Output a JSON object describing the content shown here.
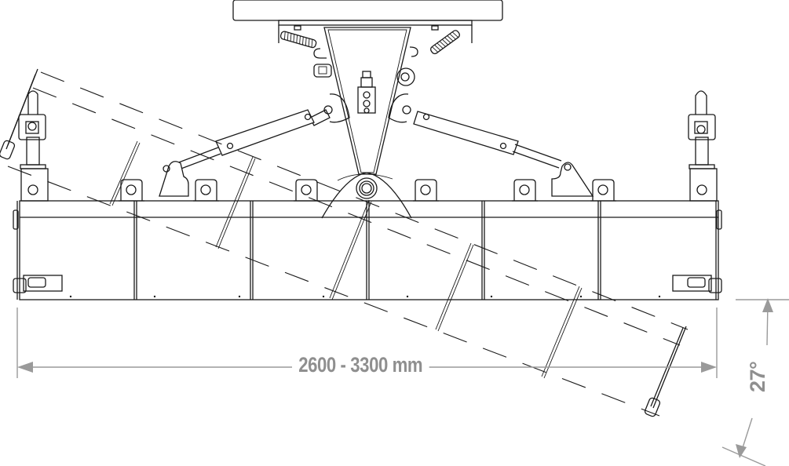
{
  "diagram": {
    "subject": "Snow plow blade with swivel mount (top view)",
    "dimensions": {
      "width_label": "2600 - 3300 mm",
      "angle_label": "27°"
    },
    "colors": {
      "line": "#1a1a1a",
      "dimension": "#9a9a9a",
      "background": "#ffffff"
    },
    "components": [
      "mounting-plate",
      "pivot-frame",
      "hydraulic-valve",
      "return-springs",
      "left-hydraulic-cylinder",
      "right-hydraulic-cylinder",
      "central-pivot-pin",
      "blade-body",
      "left-support-wheel",
      "right-support-wheel",
      "left-side-marker",
      "right-side-marker",
      "rotated-blade-outline"
    ]
  }
}
